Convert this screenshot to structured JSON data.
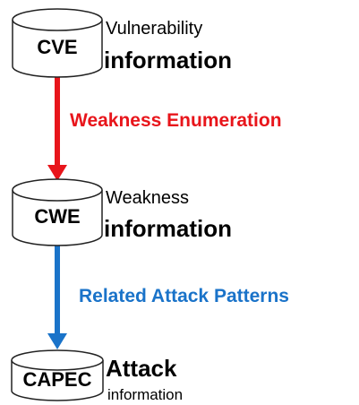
{
  "databases": [
    {
      "label": "CVE",
      "desc_line1": "Vulnerability",
      "desc_line2": "information"
    },
    {
      "label": "CWE",
      "desc_line1": "Weakness",
      "desc_line2": "information"
    },
    {
      "label": "CAPEC",
      "desc_line1": "Attack",
      "desc_line2": "information"
    }
  ],
  "arrows": [
    {
      "label": "Weakness Enumeration",
      "color": "#e8151b"
    },
    {
      "label": "Related Attack Patterns",
      "color": "#1a73c9"
    }
  ],
  "colors": {
    "cylinder_stroke": "#222222",
    "cylinder_fill": "#ffffff",
    "text": "#000000"
  }
}
